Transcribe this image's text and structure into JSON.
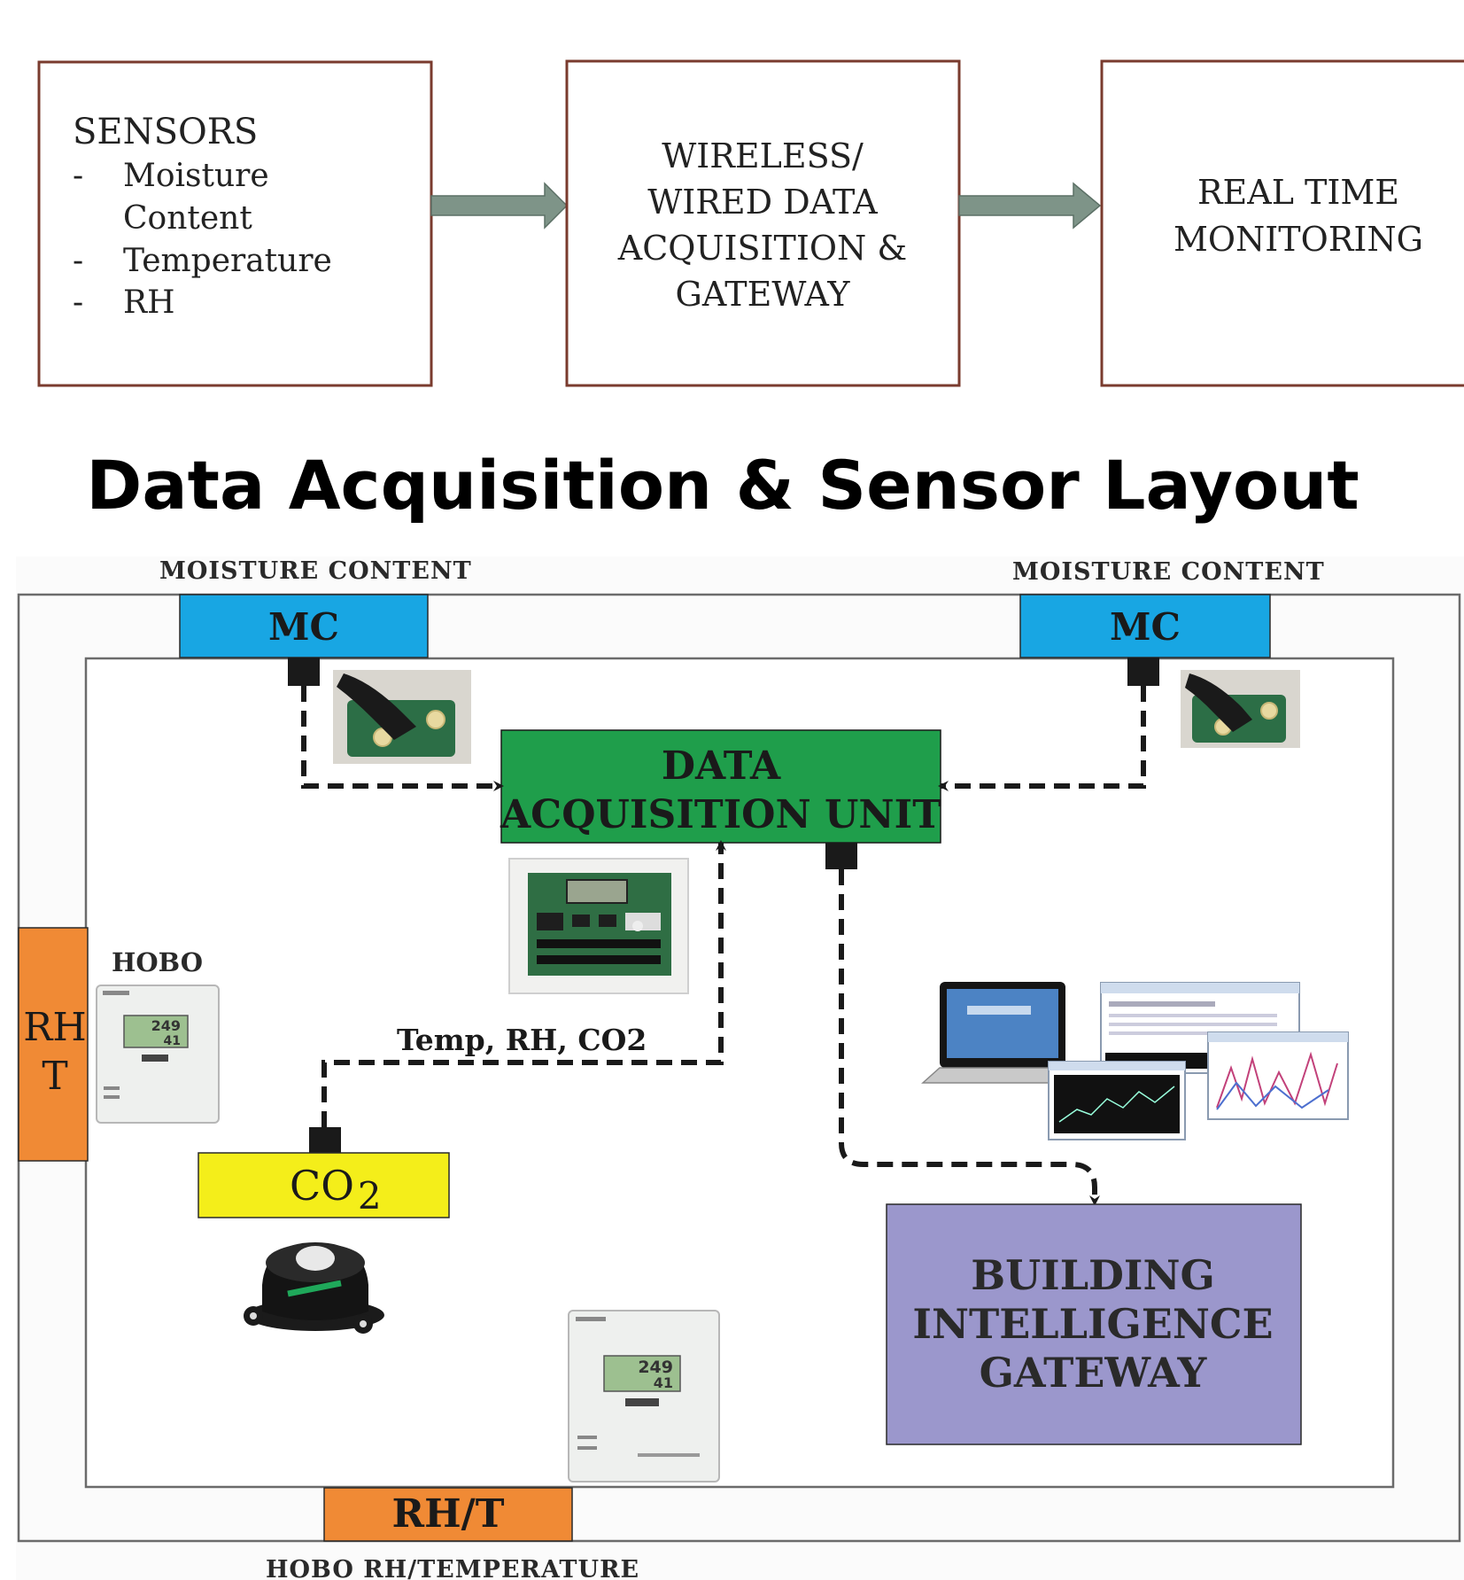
{
  "flow": {
    "box1": {
      "title": "SENSORS",
      "items": [
        {
          "dash": "-",
          "lines": [
            "Moisture",
            "Content"
          ]
        },
        {
          "dash": "-",
          "lines": [
            "Temperature"
          ]
        },
        {
          "dash": "-",
          "lines": [
            "RH"
          ]
        }
      ]
    },
    "box2": {
      "lines": [
        "WIRELESS/",
        "WIRED DATA",
        "ACQUISITION &",
        "GATEWAY"
      ]
    },
    "box3": {
      "lines": [
        "REAL TIME",
        "MONITORING"
      ]
    }
  },
  "heading": "Data Acquisition & Sensor Layout",
  "layout": {
    "mc_caption_left": "MOISTURE CONTENT",
    "mc_caption_right": "MOISTURE CONTENT",
    "mc_left": "MC",
    "mc_right": "MC",
    "dau": {
      "lines": [
        "DATA",
        "ACQUISITION UNIT"
      ]
    },
    "hobo_label": "HOBO",
    "rh_t_left": {
      "lines": [
        "RH",
        "T"
      ]
    },
    "link_label": "Temp, RH, CO2",
    "co2": {
      "main": "CO",
      "sub": "2"
    },
    "gateway": {
      "lines": [
        "BUILDING",
        "INTELLIGENCE",
        "GATEWAY"
      ]
    },
    "rh_t_bottom": "RH/T",
    "bottom_caption": "HOBO RH/TEMPERATURE",
    "hobo_screen": {
      "top": "249",
      "bottom": "41"
    }
  },
  "colors": {
    "flow_border": "#7a3b2e",
    "flow_arrow": "#7e9488",
    "mc_blue": "#18a6e3",
    "dau_green": "#1f9e4b",
    "rh_orange": "#f08a35",
    "co2_yellow": "#f4ee1a",
    "gateway_purple": "#9b97cc"
  }
}
